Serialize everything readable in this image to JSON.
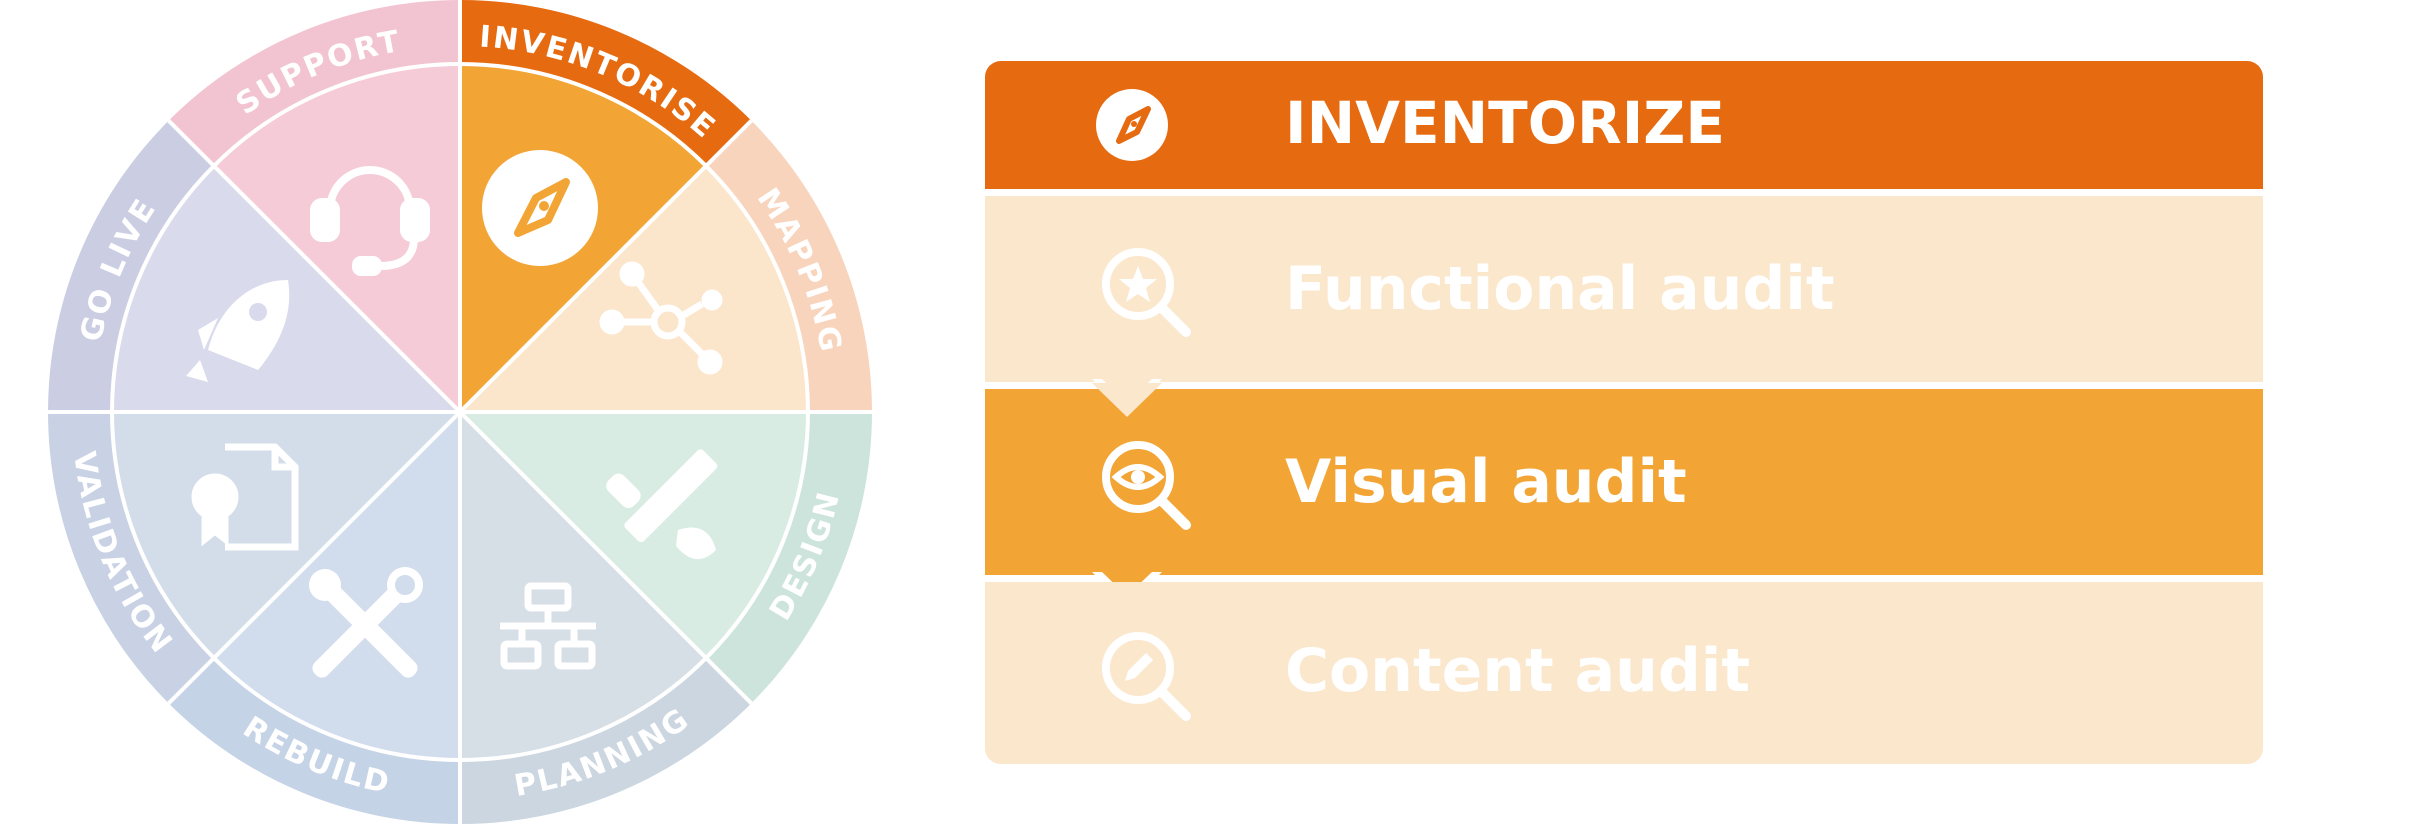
{
  "wheel": {
    "segments": [
      {
        "key": "inventorise",
        "label": "INVENTORISE",
        "icon": "compass-icon",
        "inner": "#f2a535",
        "ring": "#e66a10"
      },
      {
        "key": "mapping",
        "label": "MAPPING",
        "icon": "network-nodes-icon",
        "inner": "#fbe6cc",
        "ring": "#f8d4bc"
      },
      {
        "key": "design",
        "label": "DESIGN",
        "icon": "pencil-ruler-icon",
        "inner": "#d9ece4",
        "ring": "#cde4dc"
      },
      {
        "key": "planning",
        "label": "PLANNING",
        "icon": "sitemap-icon",
        "inner": "#d6dee6",
        "ring": "#ccd6e0"
      },
      {
        "key": "rebuild",
        "label": "REBUILD",
        "icon": "tools-icon",
        "inner": "#d1dded",
        "ring": "#c5d3e6"
      },
      {
        "key": "validation",
        "label": "VALIDATION",
        "icon": "certificate-icon",
        "inner": "#d3dde9",
        "ring": "#c8d2e4"
      },
      {
        "key": "golive",
        "label": "GO LIVE",
        "icon": "rocket-icon",
        "inner": "#d9daeb",
        "ring": "#cbcde3"
      },
      {
        "key": "support",
        "label": "SUPPORT",
        "icon": "headset-icon",
        "inner": "#f5cbd8",
        "ring": "#f2c4d2"
      }
    ]
  },
  "steps": [
    {
      "label": "INVENTORIZE",
      "icon": "compass-icon",
      "state": "header"
    },
    {
      "label": "Functional audit",
      "icon": "search-star-icon",
      "state": "inactive"
    },
    {
      "label": "Visual audit",
      "icon": "search-eye-icon",
      "state": "active"
    },
    {
      "label": "Content audit",
      "icon": "search-pencil-icon",
      "state": "inactive"
    }
  ],
  "colors": {
    "header": "#e66a10",
    "active": "#f2a535",
    "inactive": "#fbe7cc",
    "text_on_dark": "#ffffff"
  }
}
